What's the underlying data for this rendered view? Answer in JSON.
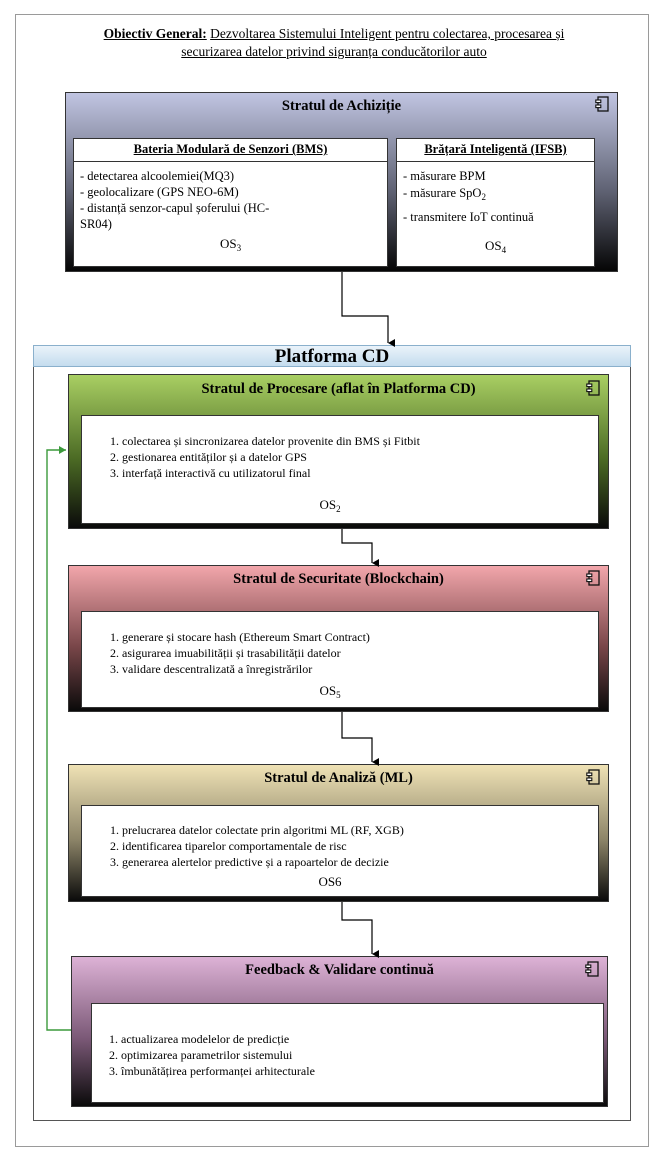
{
  "objective": {
    "label": "Obiectiv General:",
    "text_line1": "Dezvoltarea Sistemului Inteligent pentru colectarea, procesarea și",
    "text_line2": "securizarea datelor privind siguranța conducătorilor auto"
  },
  "acquisition": {
    "title": "Stratul de Achiziție",
    "bms": {
      "title": "Bateria Modulară de Senzori (BMS)",
      "items": [
        "- detectarea alcoolemiei(MQ3)",
        "- geolocalizare (GPS NEO-6M)",
        "- distanță senzor-capul șoferului (HC-",
        "SR04)"
      ],
      "os_base": "OS",
      "os_sub": "3"
    },
    "ifsb": {
      "title": "Brățară Inteligentă (IFSB)",
      "item1": "- măsurare BPM",
      "item2_base": "- măsurare SpO",
      "item2_sub": "2",
      "item3": "- transmitere IoT continuă",
      "os_base": "OS",
      "os_sub": "4"
    }
  },
  "platform": {
    "title": "Platforma CD"
  },
  "processing": {
    "title": "Stratul de Procesare (aflat în Platforma CD)",
    "items": [
      "1. colectarea și sincronizarea datelor provenite din BMS și Fitbit",
      "2. gestionarea entităților și a datelor GPS",
      "3. interfață interactivă cu utilizatorul final"
    ],
    "os_base": "OS",
    "os_sub": "2"
  },
  "security": {
    "title": "Stratul de Securitate (Blockchain)",
    "items": [
      "1. generare și stocare hash (Ethereum Smart Contract)",
      "2. asigurarea imuabilității și trasabilității datelor",
      "3. validare descentralizată a înregistrărilor"
    ],
    "os_base": "OS",
    "os_sub": "5"
  },
  "analysis": {
    "title": "Stratul de Analiză (ML)",
    "items": [
      "1. prelucrarea datelor colectate prin algoritmi ML (RF, XGB)",
      "2. identificarea tiparelor comportamentale de risc",
      "3. generarea alertelor predictive și a rapoartelor de decizie"
    ],
    "os": "OS6"
  },
  "feedback": {
    "title": "Feedback & Validare continuă",
    "items": [
      "1. actualizarea modelelor de predicție",
      "2. optimizarea parametrilor sistemului",
      "3. îmbunătățirea performanței arhitecturale"
    ]
  },
  "colors": {
    "acquisition": "#c1c5e2",
    "processing": "#a9cf63",
    "security": "#f2a6ab",
    "analysis": "#efe2b5",
    "feedback": "#ddb2d6",
    "feedback_arrow": "#3c9a3c",
    "platform_header": "#c4dcee"
  },
  "icons": [
    "component-icon",
    "arrow-down-icon",
    "arrow-right-icon"
  ]
}
